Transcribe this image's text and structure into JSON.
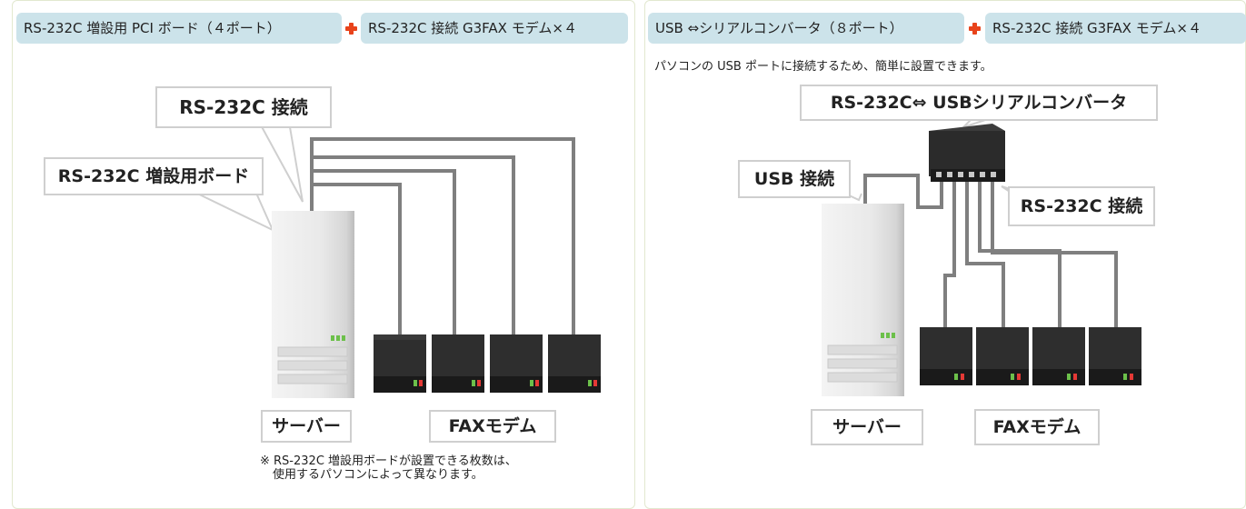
{
  "left_panel": {
    "tag_board": "RS-232C 増設用 PCI ボード（４ポート）",
    "tag_modem": "RS-232C 接続 G3FAX モデム×４",
    "label_connection": "RS-232C 接続",
    "label_board": "RS-232C 増設用ボード",
    "label_server": "サーバー",
    "label_fax": "FAXモデム",
    "note_line1": "※ RS-232C 増設用ボードが設置できる枚数は、",
    "note_line2": "使用するパソコンによって異なります。"
  },
  "right_panel": {
    "tag_converter": "USB ⇔シリアルコンバータ（８ポート）",
    "tag_modem": "RS-232C 接続 G3FAX モデム×４",
    "description": "パソコンの USB ポートに接続するため、簡単に設置できます。",
    "label_converter": "RS-232C⇔ USBシリアルコンバータ",
    "label_usb": "USB 接続",
    "label_rs232c": "RS-232C 接続",
    "label_server": "サーバー",
    "label_fax": "FAXモデム"
  },
  "colors": {
    "tag_bg": "#cce3ea",
    "plus": "#e8431b",
    "panel_border": "#e2e8cf",
    "cable": "#808080",
    "led_green": "#6cc04a",
    "led_red": "#e53935"
  },
  "icons": [
    "plus-icon",
    "server-icon",
    "fax-modem-icon",
    "usb-converter-icon"
  ]
}
